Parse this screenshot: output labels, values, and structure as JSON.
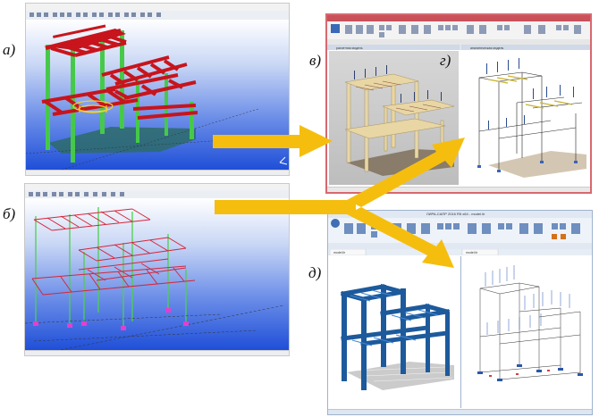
{
  "labels": {
    "a": "а)",
    "b": "б)",
    "v": "в)",
    "g": "г)",
    "d": "д)"
  },
  "panel_v": {
    "tab_left": "расчетная модель",
    "tab_right": "аналитическая модель"
  },
  "panel_d": {
    "title": "ЛИРА-САПР 2016 R5 x64 - model.lir",
    "tab_left": "model.lir",
    "tab_right": "model.lir"
  },
  "colors": {
    "arrow": "#f5be0f",
    "model_bg_top": "#ffffff",
    "model_bg_bottom": "#1f4fd8",
    "beam_red": "#c8141c",
    "column_green": "#46c94a",
    "slab": "#2d6b6a",
    "frame_blue": "#1d5a9c",
    "wood": "#e8d6a4"
  }
}
